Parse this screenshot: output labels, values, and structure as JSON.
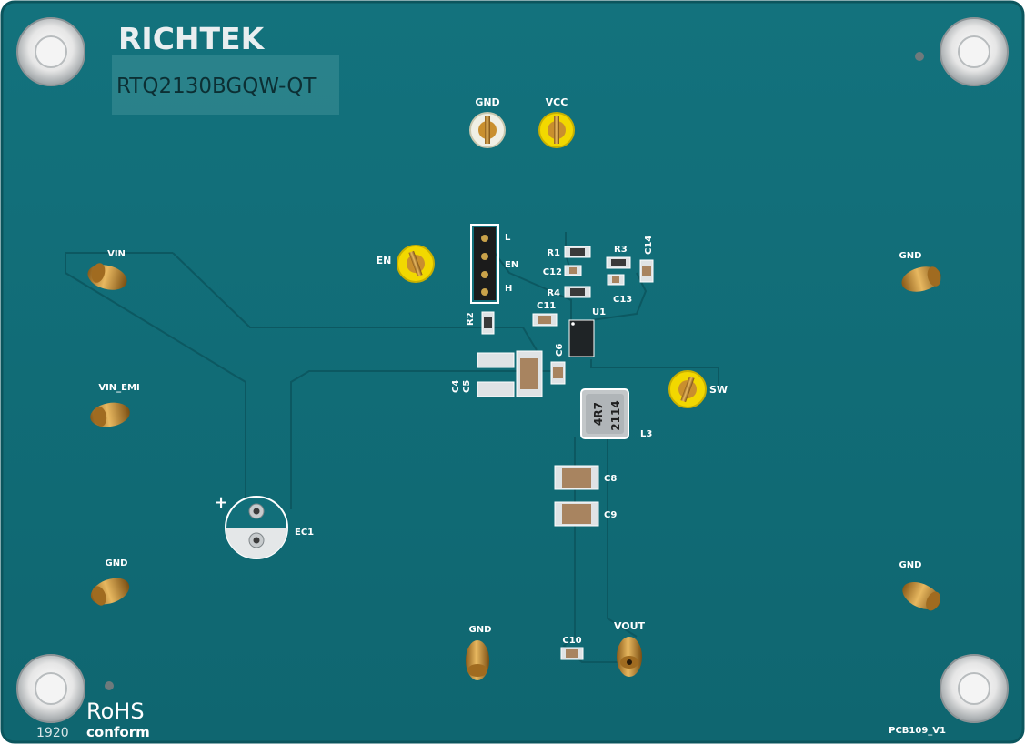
{
  "board": {
    "brand": "RICHTEK",
    "part_number": "RTQ2130BGQW-QT",
    "pcb_id": "PCB109_V1",
    "date_code": "1920",
    "rohs_line1": "RoHS",
    "rohs_line2": "conform",
    "colors": {
      "board": "#126f7a",
      "trace": "#0e5a63",
      "silkscreen": "#ffffff",
      "pad": "#c9cfd2",
      "ceramic_cap": "#a88460",
      "test_point": "#f0d000",
      "brass": "#c98f2e"
    }
  },
  "terminals": {
    "gnd_top": "GND",
    "vcc": "VCC",
    "en": "EN",
    "sw": "SW",
    "vin": "VIN",
    "vin_emi": "VIN_EMI",
    "gnd_left": "GND",
    "gnd_right_top": "GND",
    "gnd_right_bottom": "GND",
    "gnd_bottom": "GND",
    "vout": "VOUT"
  },
  "jumper": {
    "label_l": "L",
    "label_en": "EN",
    "label_h": "H"
  },
  "components": {
    "r1": "R1",
    "r2": "R2",
    "r3": "R3",
    "r4": "R4",
    "c4": "C4",
    "c5": "C5",
    "c6": "C6",
    "c8": "C8",
    "c9": "C9",
    "c10": "C10",
    "c11": "C11",
    "c12": "C12",
    "c13": "C13",
    "c14": "C14",
    "u1": "U1",
    "l3": "L3",
    "ec1": "EC1",
    "ec1_polarity": "+",
    "inductor_marking_1": "4R7",
    "inductor_marking_2": "2114"
  }
}
